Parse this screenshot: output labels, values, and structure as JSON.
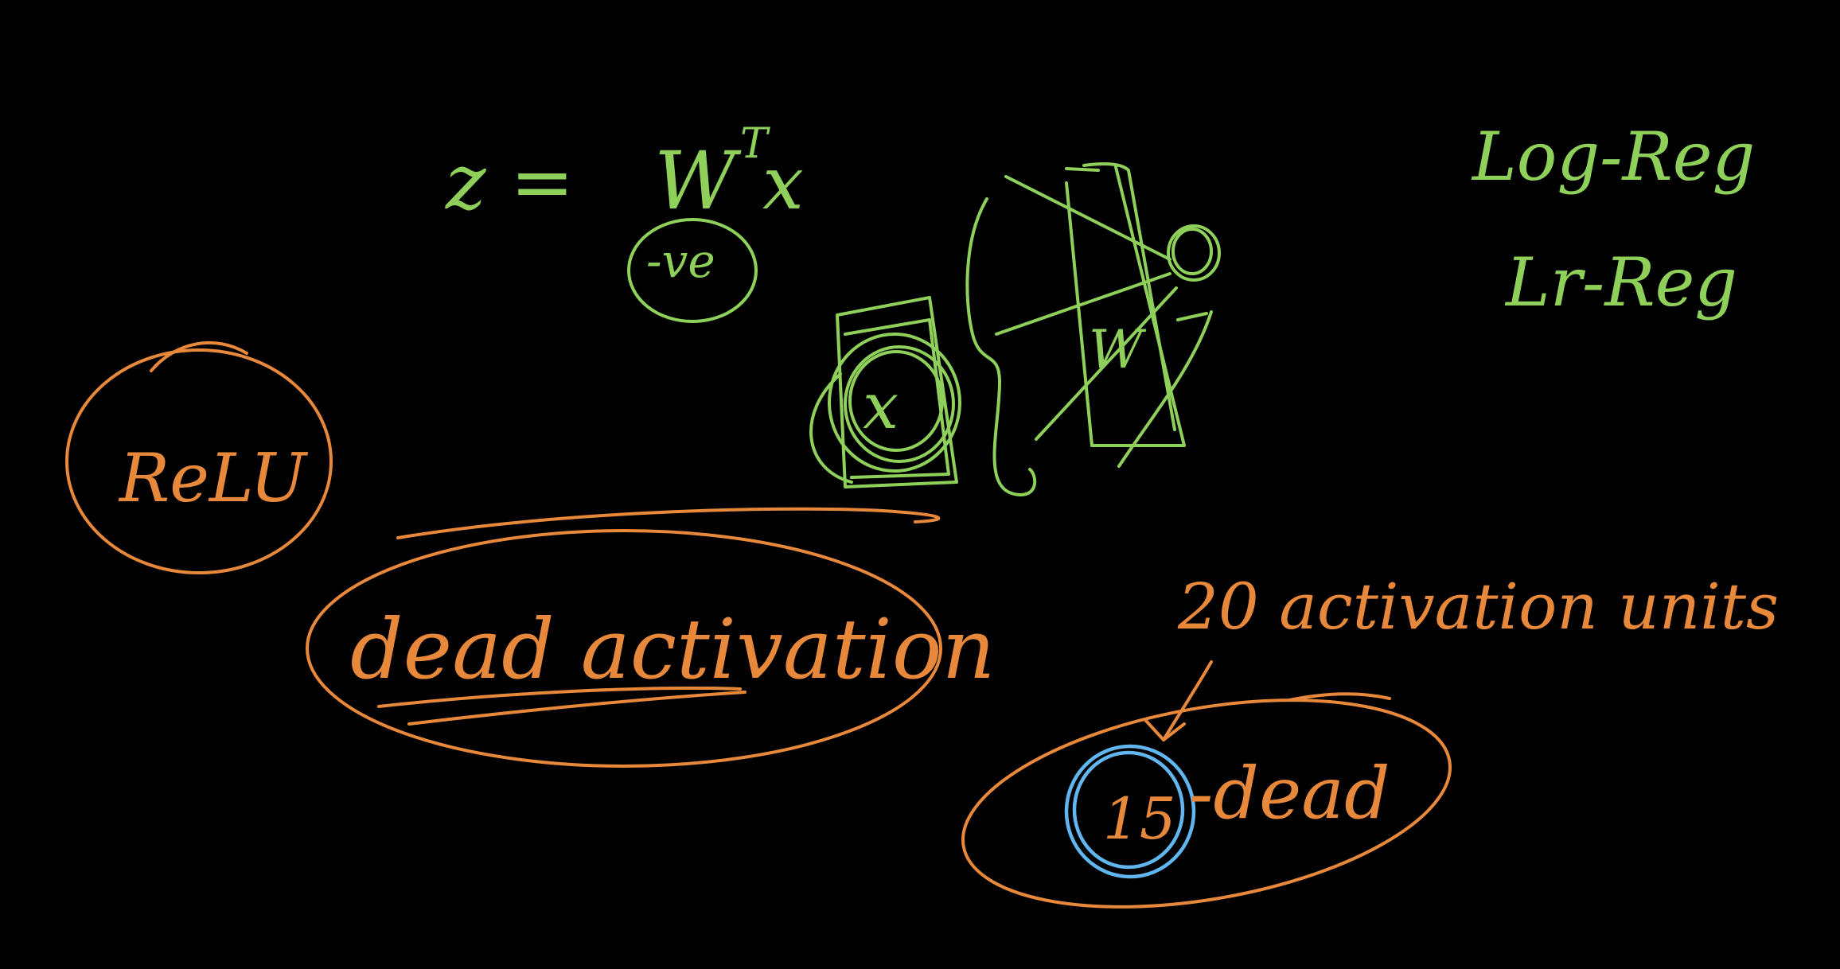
{
  "equation": {
    "lhs": "z =",
    "w": "W",
    "transpose": "T",
    "x": "x"
  },
  "neg_label": "-ve",
  "input_label": "x",
  "weight_label": "W",
  "side_notes": {
    "log_reg": "Log-Reg",
    "lr_reg": "Lr-Reg"
  },
  "relu_label": "ReLU",
  "dead_activation_label": "dead activation",
  "units_note": "20 activation units",
  "dead_count": "15",
  "dead_word": "-dead",
  "colors": {
    "background": "#000000",
    "green": "#8fd05a",
    "orange": "#e8883a",
    "blue": "#62b6f0"
  }
}
